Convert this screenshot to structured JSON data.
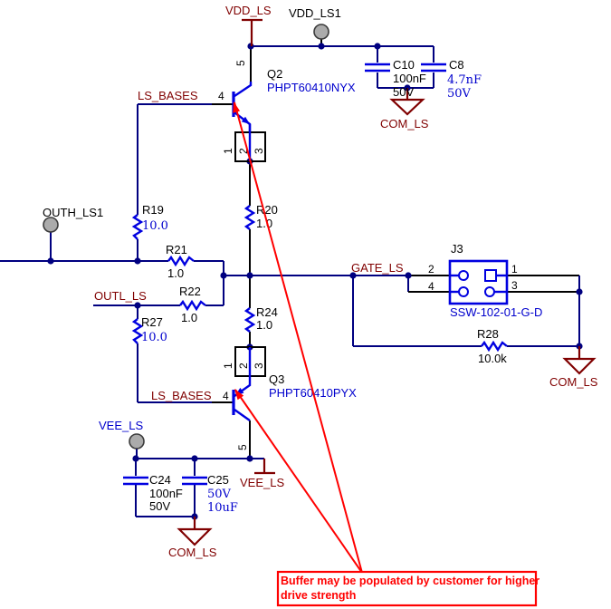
{
  "colors": {
    "wire": "#000080",
    "component_blue": "#0000E0",
    "value_blue": "#0000CD",
    "net_label_maroon": "#800000",
    "annotation_red": "#FF0000",
    "pin_gray": "#ABABAB"
  },
  "labels": {
    "vdd_ls": "VDD_LS",
    "vdd_ls1": "VDD_LS1",
    "outh_ls1": "OUTH_LS1",
    "outl_ls": "OUTL_LS",
    "gate_ls": "GATE_LS",
    "ls_bases_top": "LS_BASES",
    "ls_bases_bottom": "LS_BASES",
    "vee_ls_pin": "VEE_LS",
    "vee_ls_rail": "VEE_LS",
    "com_ls_top": "COM_LS",
    "com_ls_right": "COM_LS",
    "com_ls_bottom": "COM_LS"
  },
  "components": {
    "q2": {
      "ref": "Q2",
      "part": "PHPT60410NYX",
      "base_pin": "4",
      "top_pin": "5"
    },
    "q3": {
      "ref": "Q3",
      "part": "PHPT60410PYX",
      "base_pin": "4",
      "bottom_pin": "5"
    },
    "r19": {
      "ref": "R19",
      "value": "10.0"
    },
    "r20": {
      "ref": "R20",
      "value": "1.0"
    },
    "r21": {
      "ref": "R21",
      "value": "1.0"
    },
    "r22": {
      "ref": "R22",
      "value": "1.0"
    },
    "r24": {
      "ref": "R24",
      "value": "1.0"
    },
    "r27": {
      "ref": "R27",
      "value": "10.0"
    },
    "r28": {
      "ref": "R28",
      "value": "10.0k"
    },
    "c10": {
      "ref": "C10",
      "value": "100nF",
      "voltage": "50V"
    },
    "c8": {
      "ref": "C8",
      "value": "4.7nF",
      "voltage": "50V"
    },
    "c24": {
      "ref": "C24",
      "value": "100nF",
      "voltage": "50V"
    },
    "c25": {
      "ref": "C25",
      "voltage": "50V",
      "value": "10uF"
    },
    "j3": {
      "ref": "J3",
      "part": "SSW-102-01-G-D",
      "pin1": "1",
      "pin2": "2",
      "pin3": "3",
      "pin4": "4"
    }
  },
  "package_pins": {
    "p1": "1",
    "p2": "2",
    "p3": "3"
  },
  "annotation": {
    "line1": "Buffer may be populated by customer for higher",
    "line2": "drive strength"
  }
}
